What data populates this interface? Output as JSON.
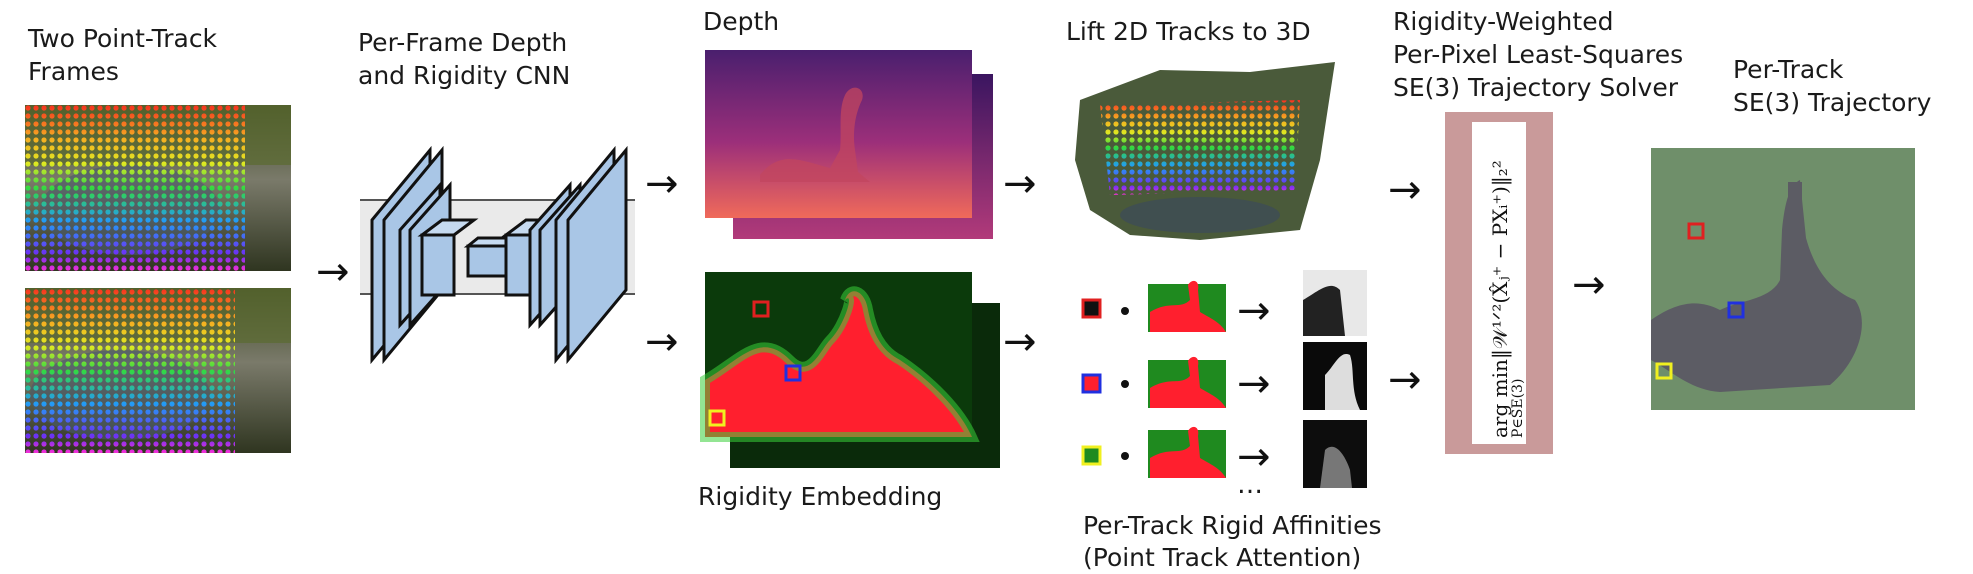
{
  "labels": {
    "frames": "Two Point-Track\nFrames",
    "cnn": "Per-Frame Depth\nand Rigidity CNN",
    "depth": "Depth",
    "lift": "Lift 2D Tracks to 3D",
    "solver": "Rigidity-Weighted\nPer-Pixel Least-Squares\nSE(3) Trajectory Solver",
    "trajectory": "Per-Track\nSE(3) Trajectory",
    "embedding": "Rigidity Embedding",
    "affinities": "Per-Track Rigid Affinities\n(Point Track Attention)"
  },
  "equation": {
    "text": "arg min‖𝒲¹ᐟ²(X̂ⱼ⁺ − PXᵢ⁺)‖₂²",
    "subscript": "P∈SE(3)"
  },
  "arrow_glyph": "→",
  "ellipsis": "…",
  "colors": {
    "solver_bg": "#c99a9a",
    "trajectory_bg": "#6f8f6a",
    "rigid_red": "#ff1f2e",
    "nonrigid_green": "#1c7a1c",
    "marker_red": "#e02020",
    "marker_blue": "#2030e0",
    "marker_yellow": "#f0f020",
    "cnn_block": "#a9c6e6"
  },
  "markers": [
    "red",
    "blue",
    "yellow"
  ]
}
